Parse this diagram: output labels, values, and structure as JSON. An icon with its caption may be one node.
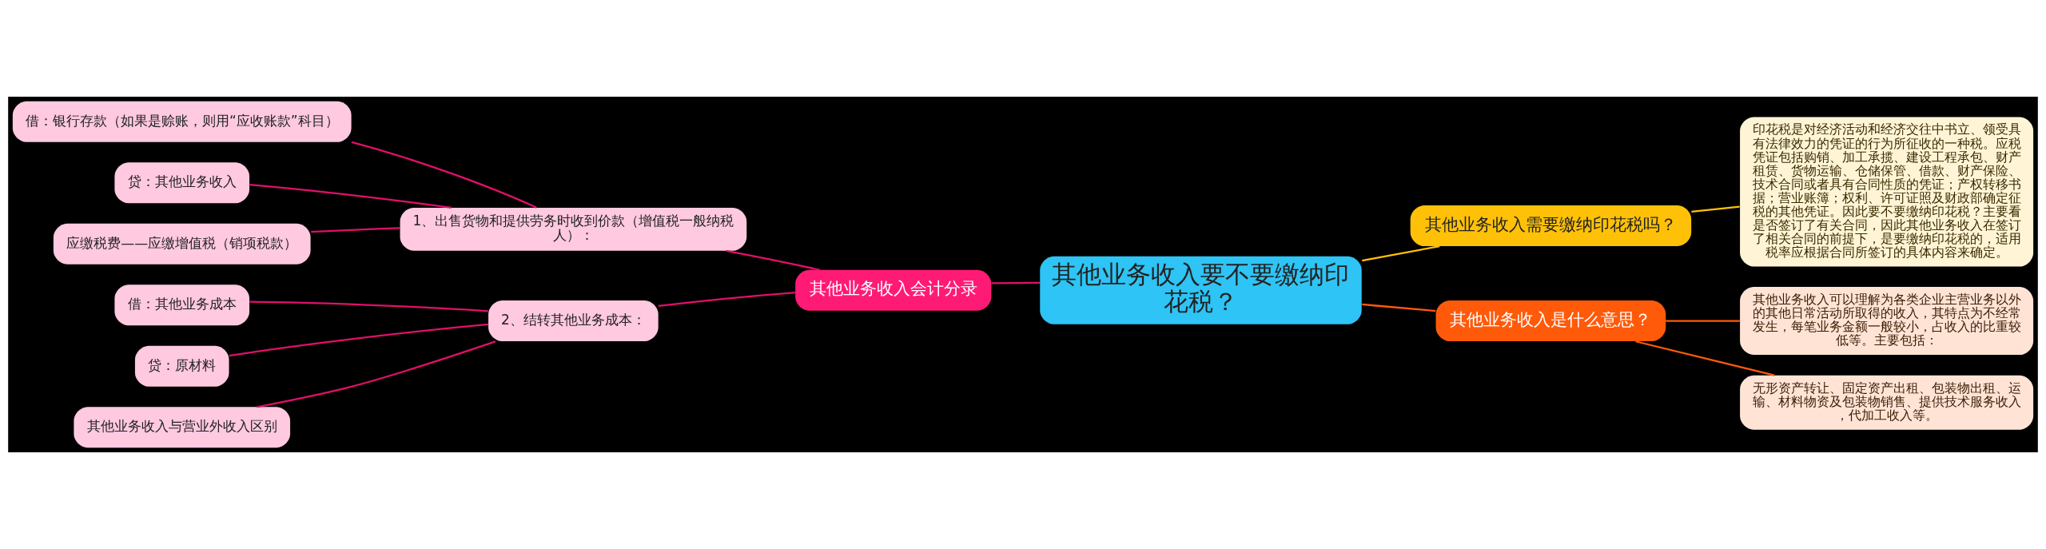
{
  "diagram": {
    "nodes": [
      {
        "text": [
          "其他业务收入要不要缴纳印花税？"
        ]
      },
      {
        "text": [
          "其他业务收入需要缴纳印花税吗？"
        ]
      },
      {
        "text": [
          "印花税是对经济活动和经济交往中书立、领受具有法律效力的凭证的行为所征收的一种税。应税凭证包括购销、加工承揽、建设工程承包、财产租赁、货物运输、仓储保管、借款、财产保险、技术合同或者具有合同性质的凭证；产权转移书据；营业账簿；权利、许可证照及财政部确定征税的其他凭证。因此要不要缴纳印花税？主要看是否签订了有关合同，因此其他业务收入在签订了相关合同的前提下，是要缴纳印花税的，适用税率应根据合同所签订的具体内容来确定。"
        ]
      },
      {
        "text": [
          "其他业务收入是什么意思？"
        ]
      },
      {
        "text": [
          "其他业务收入可以理解为各类企业主营业务以外的其他日常活动所取得的收入，其特点为不经常发生，每笔业务金额一般较小，占收入的比重较低等。主要包括："
        ]
      },
      {
        "text": [
          "无形资产转让、固定资产出租、包装物出租、运输、材料物资及包装物销售、提供技术服务收入，代加工收入等。"
        ]
      },
      {
        "text": [
          "其他业务收入会计分录"
        ]
      },
      {
        "text": [
          "1、出售货物和提供劳务时收到价款（增值税一般纳税人）："
        ]
      },
      {
        "text": [
          "借：银行存款（如果是赊账，则用“应收账款”科目）"
        ]
      },
      {
        "text": [
          "贷：其他业务收入"
        ]
      },
      {
        "text": [
          "应缴税费——应缴增值税（销项税款）"
        ]
      },
      {
        "text": [
          "2、结转其他业务成本："
        ]
      },
      {
        "text": [
          "借：其他业务成本"
        ]
      },
      {
        "text": [
          "贷：原材料"
        ]
      },
      {
        "text": [
          "其他业务收入与营业外收入区别"
        ]
      }
    ],
    "edges": [
      {
        "from": 0,
        "to": 1,
        "arrow": "none",
        "color": "#ffc107"
      },
      {
        "from": 1,
        "to": 2,
        "arrow": "none",
        "color": "#ffc107"
      },
      {
        "from": 0,
        "to": 3,
        "arrow": "none",
        "color": "#ff5a0a"
      },
      {
        "from": 3,
        "to": 4,
        "arrow": "none",
        "color": "#ff5a0a"
      },
      {
        "from": 3,
        "to": 5,
        "arrow": "none",
        "color": "#ff5a0a"
      },
      {
        "from": 0,
        "to": 6,
        "arrow": "none"
      },
      {
        "from": 6,
        "to": 7,
        "arrow": "none"
      },
      {
        "from": 7,
        "to": 8,
        "arrow": "none"
      },
      {
        "from": 7,
        "to": 9,
        "arrow": "none"
      },
      {
        "from": 7,
        "to": 10,
        "arrow": "none"
      },
      {
        "from": 6,
        "to": 11,
        "arrow": "none"
      },
      {
        "from": 11,
        "to": 12,
        "arrow": "none"
      },
      {
        "from": 11,
        "to": 13,
        "arrow": "none"
      },
      {
        "from": 11,
        "to": 14,
        "arrow": "none"
      }
    ]
  }
}
